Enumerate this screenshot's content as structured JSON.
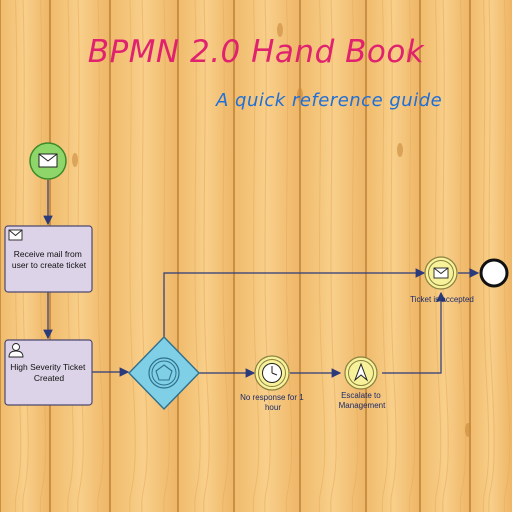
{
  "header": {
    "title": "BPMN 2.0 Hand Book",
    "subtitle": "A quick reference guide"
  },
  "diagram": {
    "start_event": {
      "icon": "envelope-icon"
    },
    "tasks": [
      {
        "label_lines": [
          "Receive mail from",
          "user to create ticket"
        ],
        "icon": "envelope-icon"
      },
      {
        "label_lines": [
          "High Severity Ticket",
          "Created"
        ],
        "icon": "user-icon"
      }
    ],
    "gateway": {
      "icon": "pentagon-icon"
    },
    "events": [
      {
        "label_lines": [
          "Ticket is accepted"
        ],
        "icon": "envelope-icon"
      },
      {
        "label_lines": [
          "No response for 1",
          "hour"
        ],
        "icon": "timer-icon"
      },
      {
        "label_lines": [
          "Escalate to",
          "Management"
        ],
        "icon": "escalation-icon"
      }
    ],
    "end_event": {
      "icon": "end-circle"
    }
  },
  "colors": {
    "plank_base": "#f5c77e",
    "plank_edge": "#c88f45",
    "title": "#e0226e",
    "subtitle": "#1f6fd8",
    "task_fill": "#dcd3e8",
    "start_fill": "#8fd66a",
    "gateway_fill": "#7fd0e6",
    "event_fill": "#f7f29a"
  }
}
